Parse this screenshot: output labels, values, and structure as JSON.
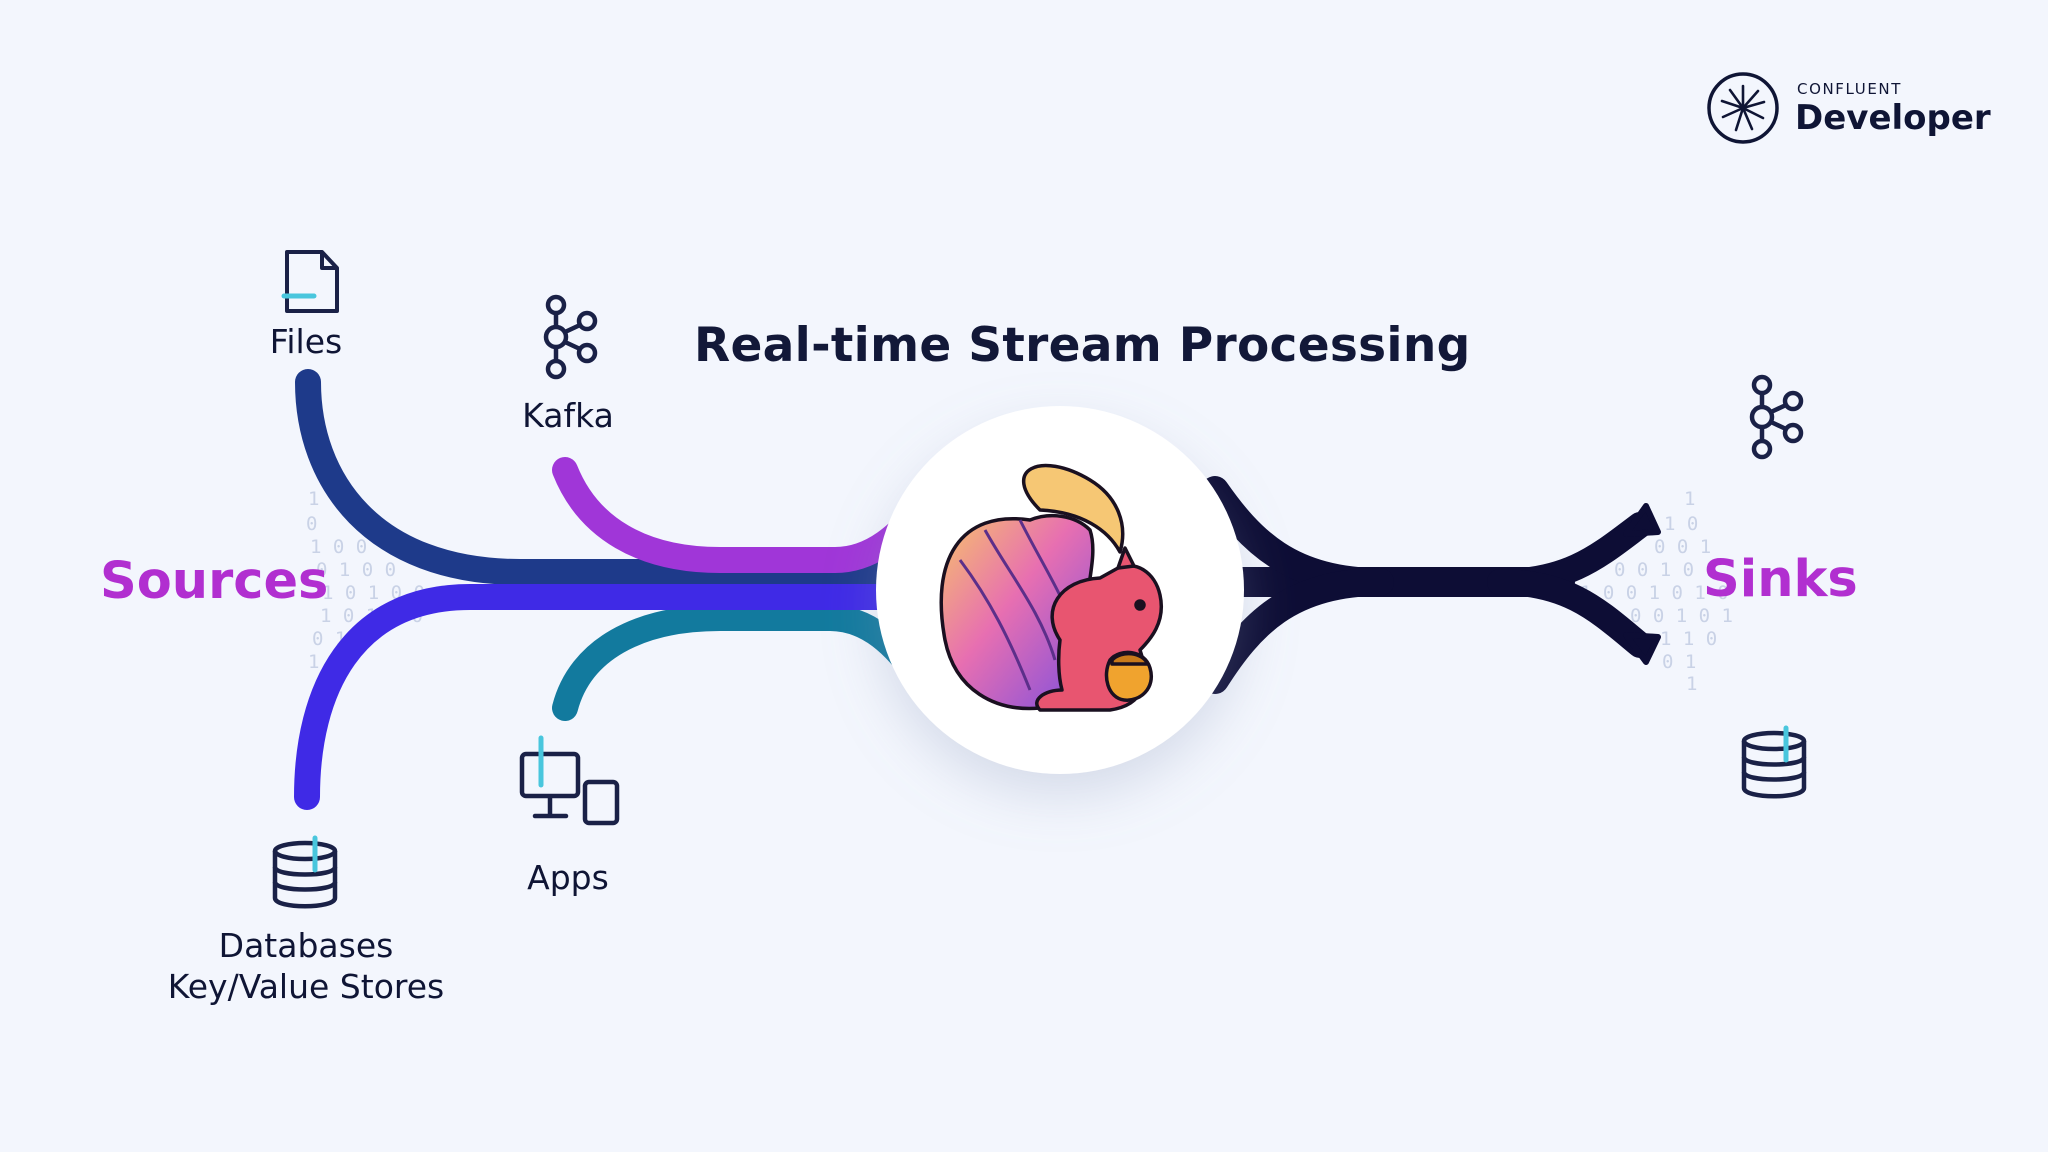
{
  "title": "Real-time Stream Processing",
  "brand": {
    "small": "CONFLUENT",
    "big": "Developer"
  },
  "sources_label": "Sources",
  "sinks_label": "Sinks",
  "sources": {
    "files": "Files",
    "kafka": "Kafka",
    "apps": "Apps",
    "databases_line1": "Databases",
    "databases_line2": "Key/Value Stores"
  },
  "colors": {
    "sources_label": "#b12fd0",
    "sinks_label": "#b12fd0",
    "files_stream": "#1e3a8a",
    "kafka_stream": "#a036d8",
    "apps_stream": "#127a9e",
    "databases_stream": "#3f2ae6",
    "sink_stream": "#0d0d35",
    "icon": "#1a2147",
    "icon_accent": "#49c6dd"
  },
  "icons": {
    "files": "file-icon",
    "kafka": "kafka-icon",
    "apps": "devices-icon",
    "databases": "database-icon",
    "sink_kafka": "kafka-icon",
    "sink_database": "database-icon",
    "center": "flink-squirrel-logo",
    "brand": "confluent-logo"
  }
}
